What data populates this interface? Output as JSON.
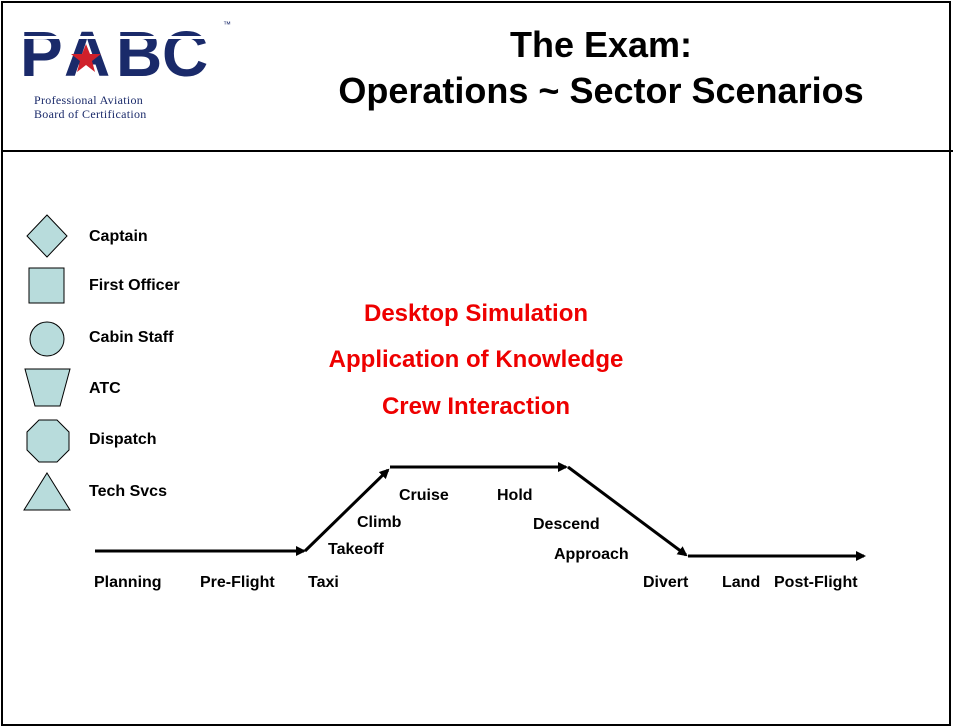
{
  "logo": {
    "letters": "PABC",
    "tm": "™",
    "line1": "Professional Aviation",
    "line2": "Board of Certification",
    "colors": {
      "navy": "#1a2a6a",
      "red": "#d0202a"
    }
  },
  "title": {
    "line1": "The Exam:",
    "line2": "Operations ~ Sector Scenarios"
  },
  "legend": [
    {
      "shape": "diamond",
      "label": "Captain"
    },
    {
      "shape": "square",
      "label": "First Officer"
    },
    {
      "shape": "circle",
      "label": "Cabin Staff"
    },
    {
      "shape": "trapezoid",
      "label": "ATC"
    },
    {
      "shape": "octagon",
      "label": "Dispatch"
    },
    {
      "shape": "triangle",
      "label": "Tech Svcs"
    }
  ],
  "shape_fill": "#b8dcdc",
  "highlights": [
    "Desktop Simulation",
    "Application of Knowledge",
    "Crew Interaction"
  ],
  "highlight_color": "#ee0000",
  "phases": {
    "planning": "Planning",
    "preflight": "Pre-Flight",
    "taxi": "Taxi",
    "takeoff": "Takeoff",
    "climb": "Climb",
    "cruise": "Cruise",
    "hold": "Hold",
    "descend": "Descend",
    "approach": "Approach",
    "divert": "Divert",
    "land": "Land",
    "postflight": "Post-Flight"
  }
}
